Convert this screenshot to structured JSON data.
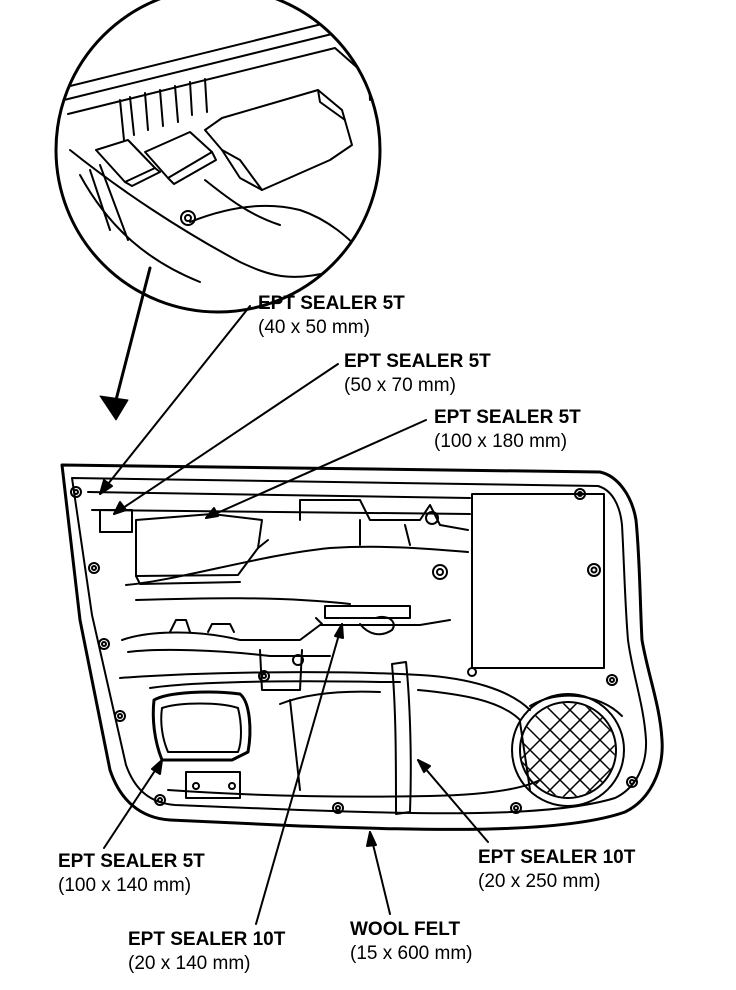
{
  "callouts": {
    "ept_40x50": {
      "name": "EPT SEALER 5T",
      "size": "(40 x 50 mm)"
    },
    "ept_50x70": {
      "name": "EPT SEALER 5T",
      "size": "(50 x 70 mm)"
    },
    "ept_100x180": {
      "name": "EPT SEALER 5T",
      "size": "(100 x 180 mm)"
    },
    "ept_100x140": {
      "name": "EPT SEALER 5T",
      "size": "(100 x 140 mm)"
    },
    "ept_20x140": {
      "name": "EPT SEALER 10T",
      "size": "(20 x 140 mm)"
    },
    "ept_20x250": {
      "name": "EPT SEALER 10T",
      "size": "(20 x 250 mm)"
    },
    "wool_felt": {
      "name": "WOOL FELT",
      "size": "(15 x 600 mm)"
    }
  }
}
